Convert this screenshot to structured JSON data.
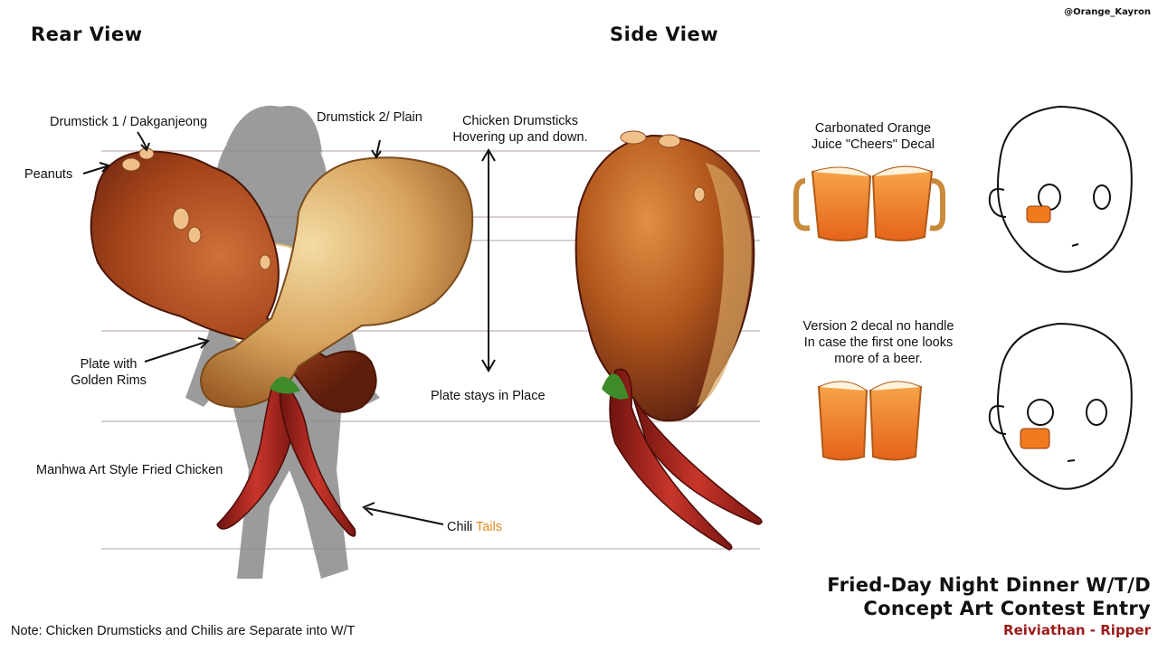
{
  "credit": "@Orange_Kayron",
  "views": {
    "rear_title": "Rear View",
    "side_title": "Side View"
  },
  "labels": {
    "drumstick1": "Drumstick 1 / Dakganjeong",
    "drumstick2": "Drumstick 2/ Plain",
    "hover_line1": "Chicken Drumsticks",
    "hover_line2": "Hovering up and down.",
    "peanuts": "Peanuts",
    "plate_line1": "Plate with",
    "plate_line2": "Golden Rims",
    "plate_stays": "Plate stays in Place",
    "style": "Manhwa Art Style Fried Chicken",
    "chili": "Chili",
    "tails": "Tails",
    "decal1_line1": "Carbonated Orange",
    "decal1_line2": "Juice \"Cheers\" Decal",
    "decal2_line1": "Version 2 decal no handle",
    "decal2_line2": "In case the first one looks",
    "decal2_line3": "more of a beer."
  },
  "footer": {
    "note": "Note: Chicken Drumsticks and Chilis are Separate into W/T",
    "contest_line1": "Fried-Day Night Dinner W/T/D",
    "contest_line2": "Concept Art Contest Entry",
    "author": "Reiviathan - Ripper"
  },
  "colors": {
    "spicy_chicken": "#9a3a14",
    "plain_chicken": "#d9a560",
    "chili": "#a3231a",
    "chili_stem": "#3f8a2a",
    "juice": "#f07a1c",
    "tails_accent": "#e08a1e",
    "author_red": "#9b1b1b",
    "guide_lines": "#d9cfd2"
  }
}
